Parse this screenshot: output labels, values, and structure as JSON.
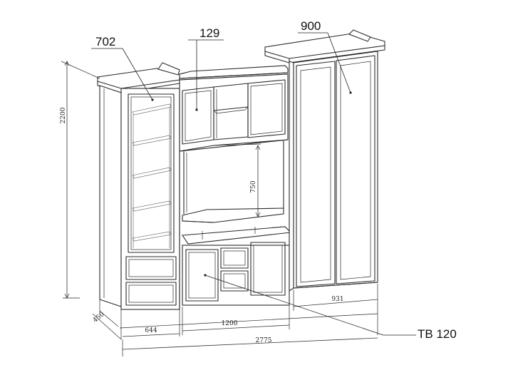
{
  "callouts": {
    "left_module": "702",
    "middle_module": "129",
    "right_module": "900",
    "tv_module": "TB 120"
  },
  "dimensions": {
    "height_total": "2200",
    "tv_niche_height": "750",
    "depth": "450",
    "left_width": "644",
    "middle_width": "1200",
    "right_width": "931",
    "overall_width": "2775"
  }
}
